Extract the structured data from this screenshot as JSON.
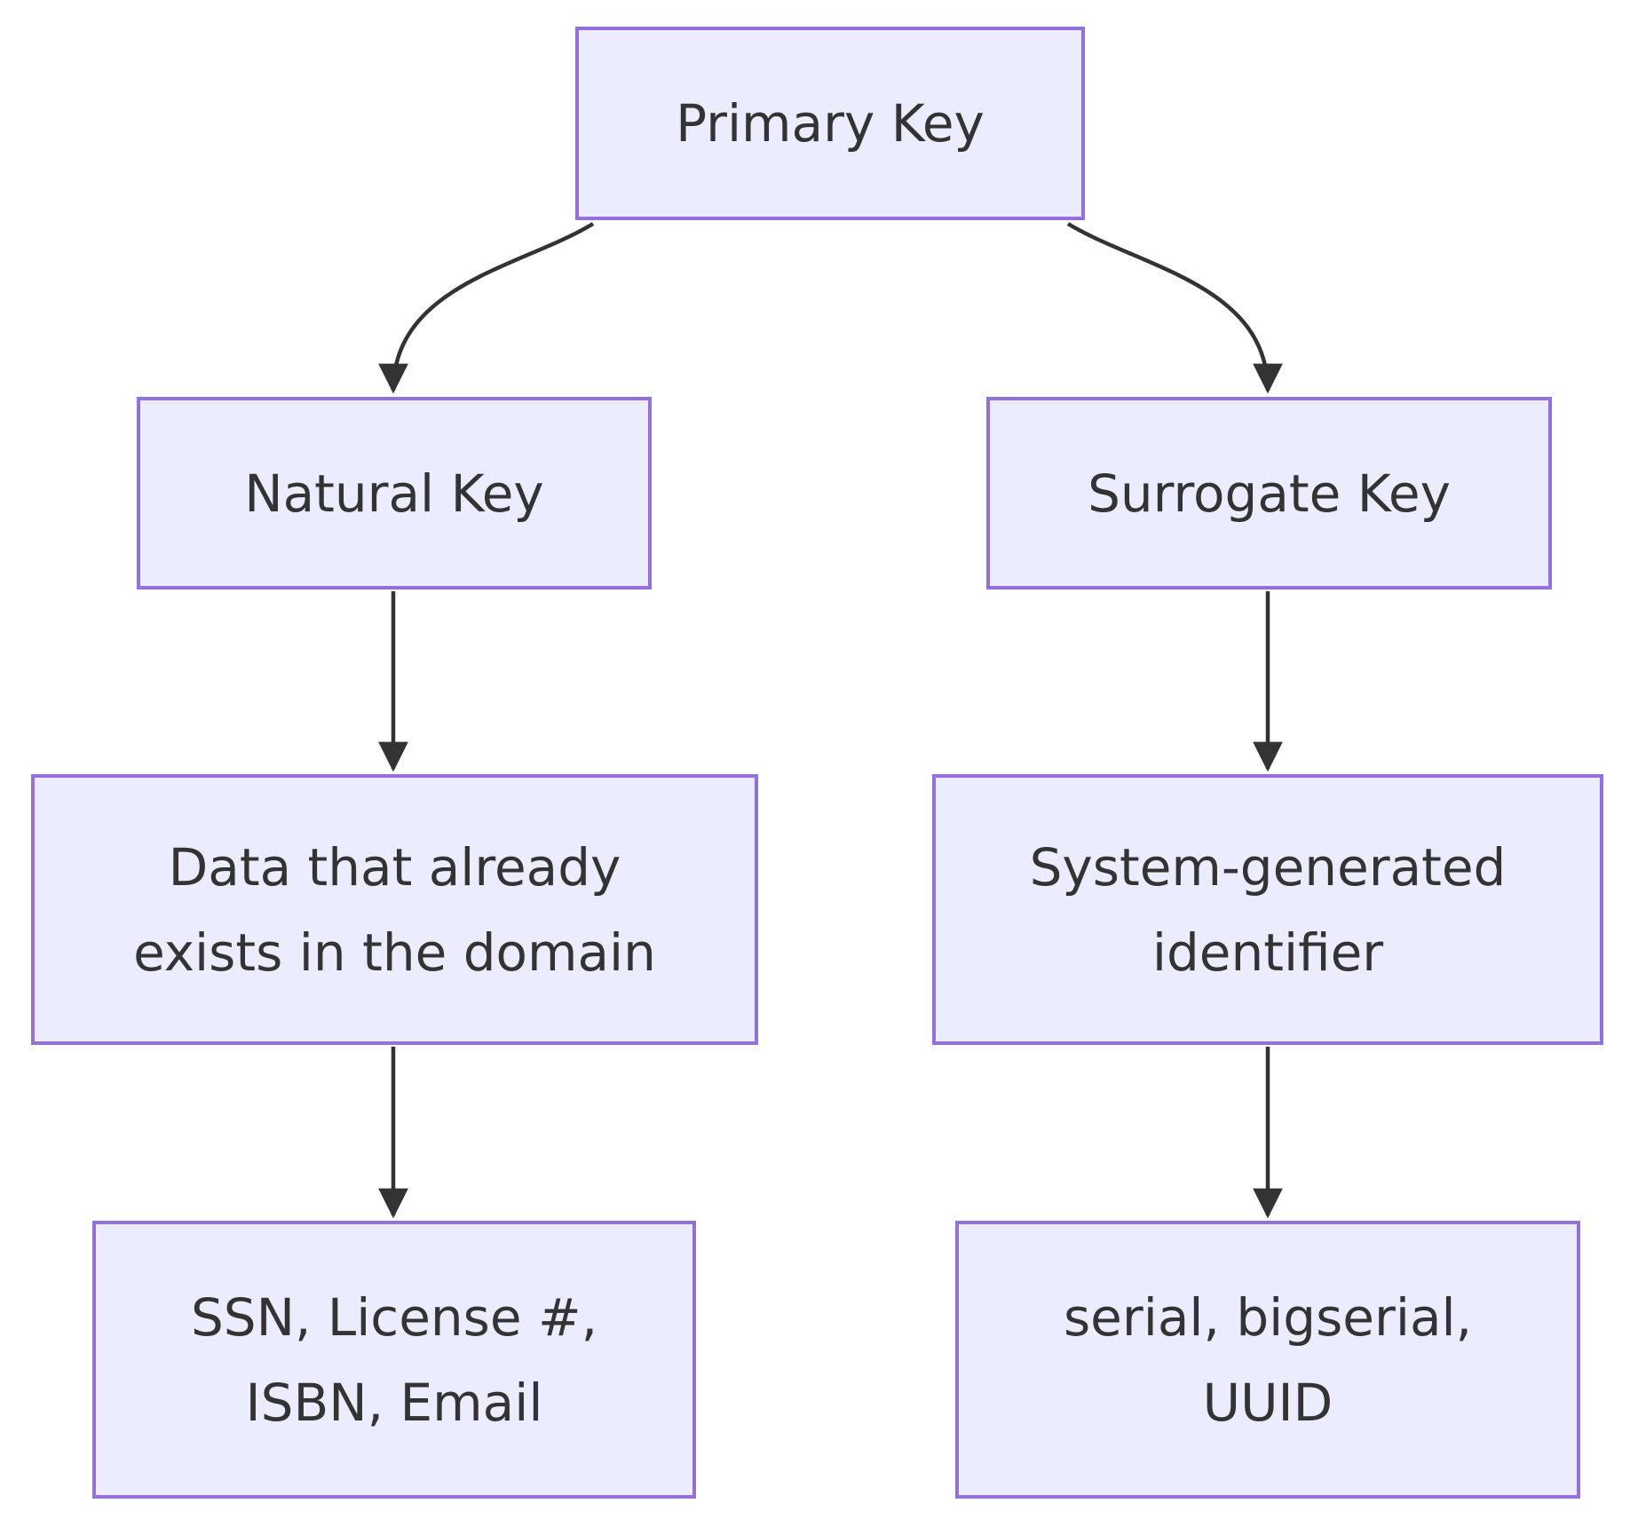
{
  "diagram": {
    "type": "flowchart",
    "colors": {
      "background": "#FFFFFF",
      "node_fill": "#ECECFF",
      "node_border": "#9370DB",
      "text": "#333333",
      "edge": "#333333"
    },
    "nodes": {
      "primary": {
        "label": "Primary Key"
      },
      "natural": {
        "label": "Natural Key"
      },
      "surrogate": {
        "label": "Surrogate Key"
      },
      "natural_desc": {
        "line1": "Data that already",
        "line2": "exists in the domain"
      },
      "surrogate_desc": {
        "line1": "System-generated",
        "line2": "identifier"
      },
      "natural_examples": {
        "line1": "SSN, License #,",
        "line2": "ISBN, Email"
      },
      "surrogate_examples": {
        "line1": "serial, bigserial,",
        "line2": "UUID"
      }
    },
    "edges": [
      {
        "from": "primary",
        "to": "natural"
      },
      {
        "from": "primary",
        "to": "surrogate"
      },
      {
        "from": "natural",
        "to": "natural_desc"
      },
      {
        "from": "surrogate",
        "to": "surrogate_desc"
      },
      {
        "from": "natural_desc",
        "to": "natural_examples"
      },
      {
        "from": "surrogate_desc",
        "to": "surrogate_examples"
      }
    ]
  }
}
